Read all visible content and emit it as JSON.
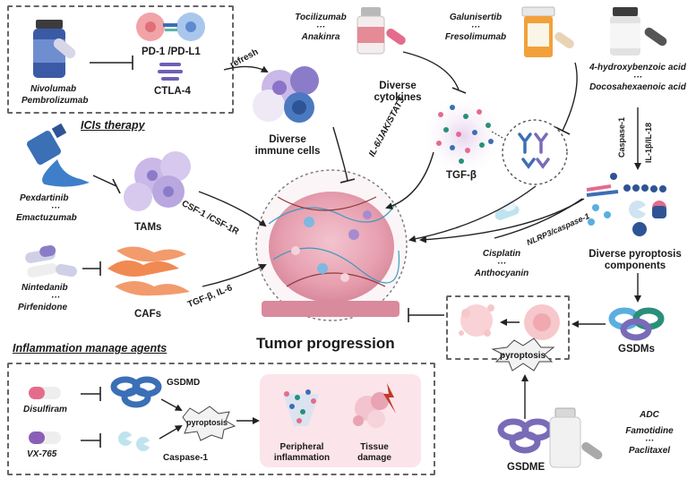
{
  "ici": {
    "drugs": [
      "Nivolumab",
      "Pembrolizumab"
    ],
    "targets": [
      "PD-1 /PD-L1",
      "CTLA-4"
    ],
    "heading": "ICIs therapy"
  },
  "immune": {
    "refresh": "refresh",
    "label_line1": "Diverse",
    "label_line2": "immune cells"
  },
  "cytokine": {
    "drug1": "Tocilizumab",
    "dots": "···",
    "drug2": "Anakinra",
    "label_line1": "Diverse",
    "label_line2": "cytokines",
    "pathway": "IL-6/JAK/STAT3"
  },
  "tgf": {
    "drug1": "Galunisertib",
    "dots": "···",
    "drug2": "Fresolimumab",
    "label": "TGF-β"
  },
  "acid": {
    "drug1": "4-hydroxybenzoic acid",
    "dots": "···",
    "drug2": "Docosahexaenoic acid",
    "caspase": "Caspase-1",
    "il": "IL-1β/IL-18"
  },
  "tam": {
    "drug1": "Pexdartinib",
    "dots": "···",
    "drug2": "Emactuzumab",
    "label": "TAMs",
    "signal": "CSF-1 /CSF-1R"
  },
  "caf": {
    "drug1": "Nintedanib",
    "dots": "···",
    "drug2": "Pirfenidone",
    "label": "CAFs",
    "signal": "TGF-β, IL-6"
  },
  "tumor": {
    "label": "Tumor progression"
  },
  "pyro": {
    "drug1": "Cisplatin",
    "dots": "···",
    "drug2": "Anthocyanin",
    "pathway": "NLRP3/caspase-1",
    "components_line1": "Diverse pyroptosis",
    "components_line2": "components",
    "gsdms": "GSDMs",
    "pyroptosis": "pyroptosis",
    "gsdme": "GSDME"
  },
  "adc": {
    "drug1": "ADC",
    "drug2": "Famotidine",
    "dots": "···",
    "drug3": "Paclitaxel"
  },
  "inflam": {
    "heading": "Inflammation manage agents",
    "drug1": "Disulfiram",
    "drug2": "VX-765",
    "gsdmd": "GSDMD",
    "caspase": "Caspase-1",
    "pyroptosis": "pyroptosis",
    "peripheral_line1": "Peripheral",
    "peripheral_line2": "inflammation",
    "tissue_line1": "Tissue",
    "tissue_line2": "damage"
  },
  "colors": {
    "accent_pink": "#e56b8c",
    "accent_blue": "#3b6fb6",
    "accent_purple": "#7a6bb8",
    "tumor_pink": "#e7a0b0"
  }
}
